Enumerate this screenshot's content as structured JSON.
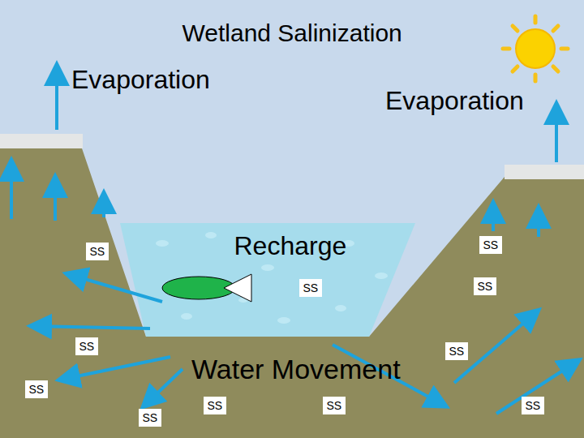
{
  "diagram": {
    "title": "Wetland Salinization",
    "nodes": [
      {
        "text": [
          "SS"
        ]
      },
      {
        "text": [
          "SS"
        ]
      },
      {
        "text": [
          "SS"
        ]
      },
      {
        "text": [
          "SS"
        ]
      },
      {
        "text": [
          "SS"
        ]
      },
      {
        "text": [
          "SS"
        ]
      },
      {
        "text": [
          "SS"
        ]
      },
      {
        "text": [
          "SS"
        ]
      },
      {
        "text": [
          "SS"
        ]
      },
      {
        "text": [
          "SS"
        ]
      },
      {
        "text": [
          "SS"
        ]
      }
    ],
    "labels": [
      "Evaporation",
      "Evaporation",
      "Recharge",
      "Water Movement"
    ]
  }
}
